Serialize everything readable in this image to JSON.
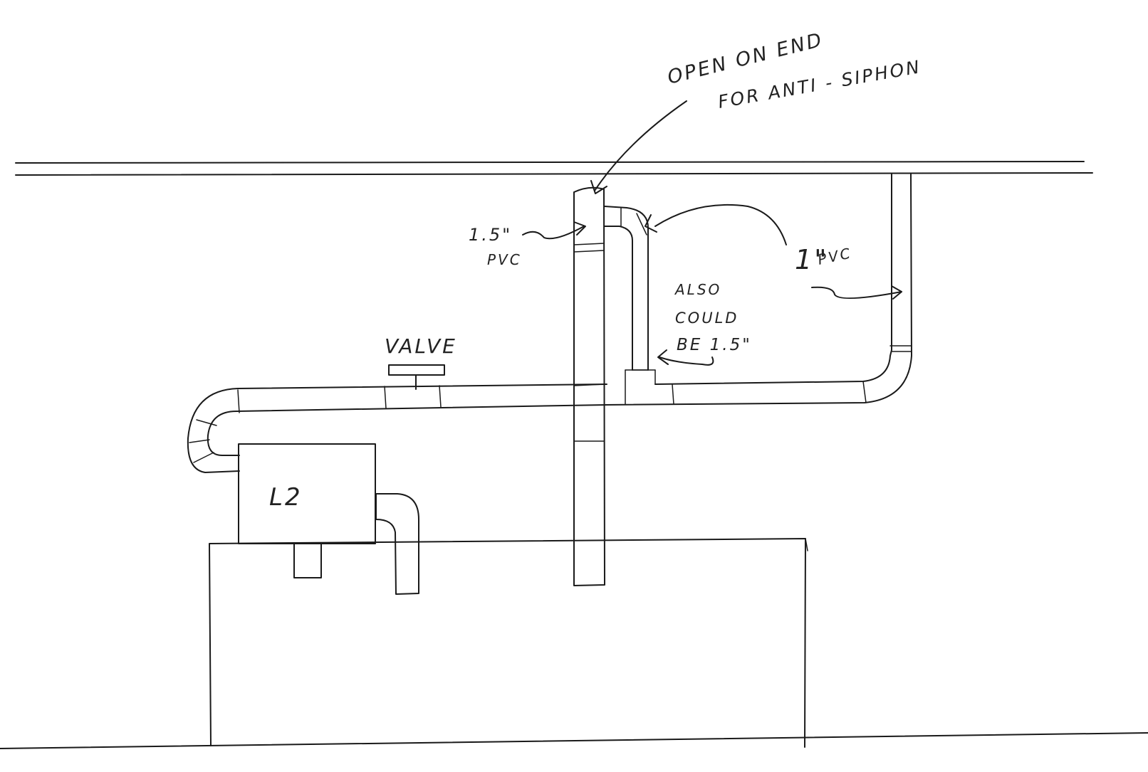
{
  "labels": {
    "open_end_line1": "OPEN ON END",
    "open_end_line2": "FOR ANTI - SIPHON",
    "pvc_15_line1": "1.5\"",
    "pvc_15_line2": "PVC",
    "pvc_1_main": "1\"",
    "pvc_1_sub": "PVC",
    "also_line1": "ALSO",
    "also_line2": "COULD",
    "also_line3": "BE 1.5\"",
    "valve": "VALVE",
    "l2": "L2"
  },
  "colors": {
    "ink": "#1a1a1a",
    "paper": "#ffffff"
  }
}
